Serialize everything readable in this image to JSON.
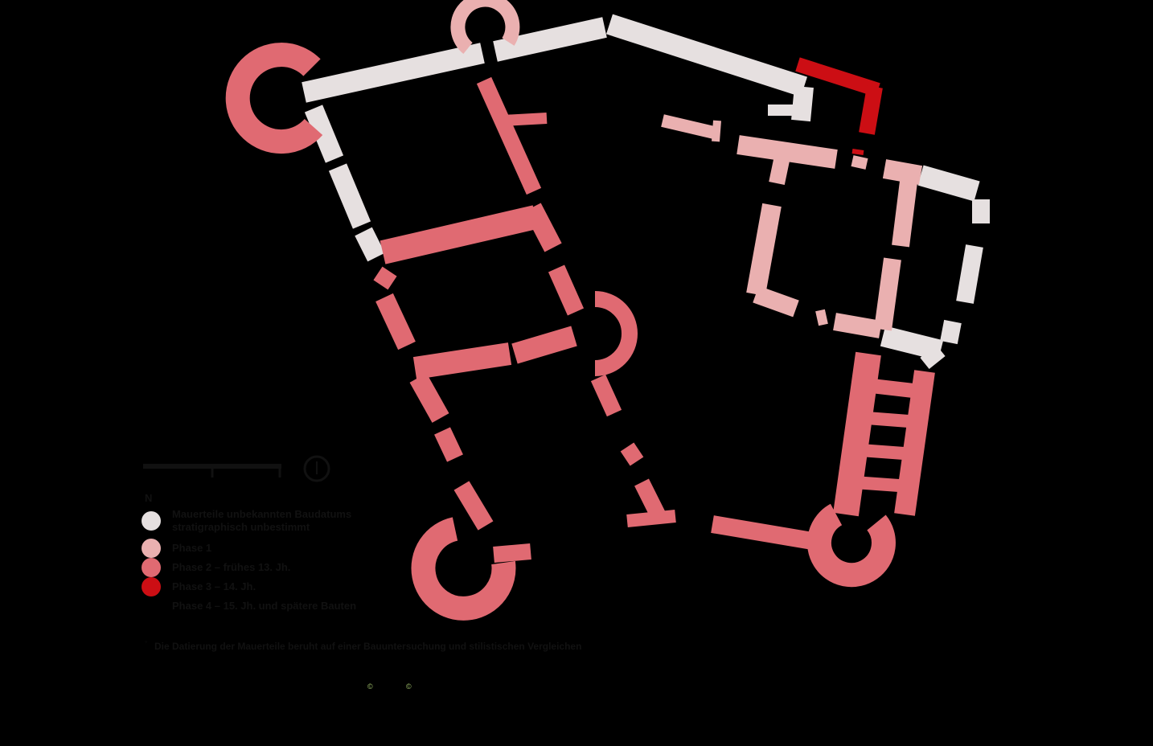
{
  "colors": {
    "background": "#000000",
    "phase_grey": "#e6e0e0",
    "phase_light_pink": "#eab0b0",
    "phase_salmon": "#e06a72",
    "phase_red": "#cc0e14",
    "text": "#111111",
    "tiny_marks": "#9fbf6a"
  },
  "scale_bar": {
    "icon": "north-compass-icon"
  },
  "legend": {
    "title": "N",
    "items": [
      {
        "color": "#e6e0e0",
        "label": "Mauerteile unbekannten Baudatums\nstratigraphisch unbestimmt"
      },
      {
        "color": "#eab0b0",
        "label": "Phase 1"
      },
      {
        "color": "#e06a72",
        "label": "Phase 2 – frühes 13. Jh."
      },
      {
        "color": "#cc0e14",
        "label": "Phase 3 – 14. Jh."
      },
      {
        "color": null,
        "label": "Phase 4 – 15. Jh. und spätere Bauten"
      }
    ]
  },
  "footnote": "Die Datierung der Mauerteile beruht auf einer Bauuntersuchung und stilistischen Vergleichen",
  "copyright_marks": [
    "©",
    "©"
  ]
}
